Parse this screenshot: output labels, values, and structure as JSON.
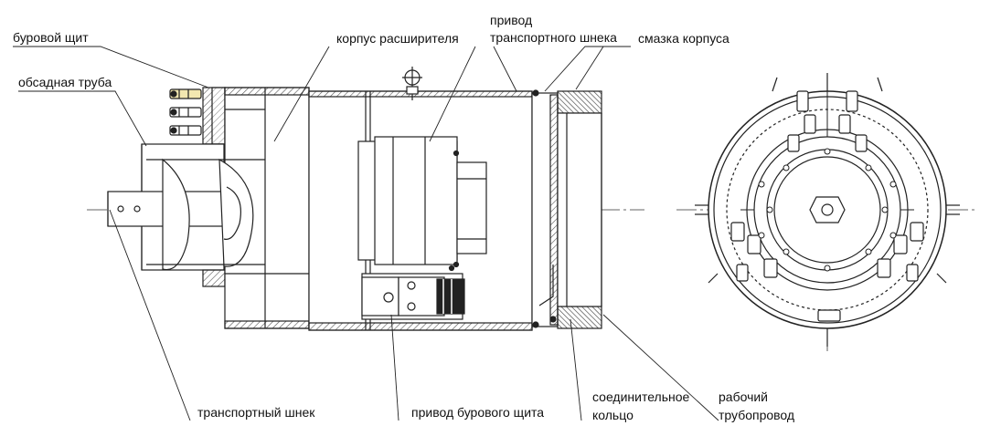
{
  "labels": {
    "burovoy_shchit": "буровой щит",
    "obsadnaya_truba": "обсадная труба",
    "korpus_rasshiritelya": "корпус расширителя",
    "privod_transport_l1": "привод",
    "privod_transport_l2": "транспортного шнека",
    "smazka_korpusa": "смазка корпуса",
    "transportny_shnek": "транспортный шнек",
    "privod_burovogo_shchita": "привод бурового щита",
    "soedinitelnoe_l1": "соединительное",
    "soedinitelnoe_l2": "кольцо",
    "rabochiy_l1": "рабочий",
    "rabochiy_l2": "трубопровод"
  },
  "colors": {
    "line": "#222222",
    "hatch": "#555555",
    "text": "#111111"
  }
}
